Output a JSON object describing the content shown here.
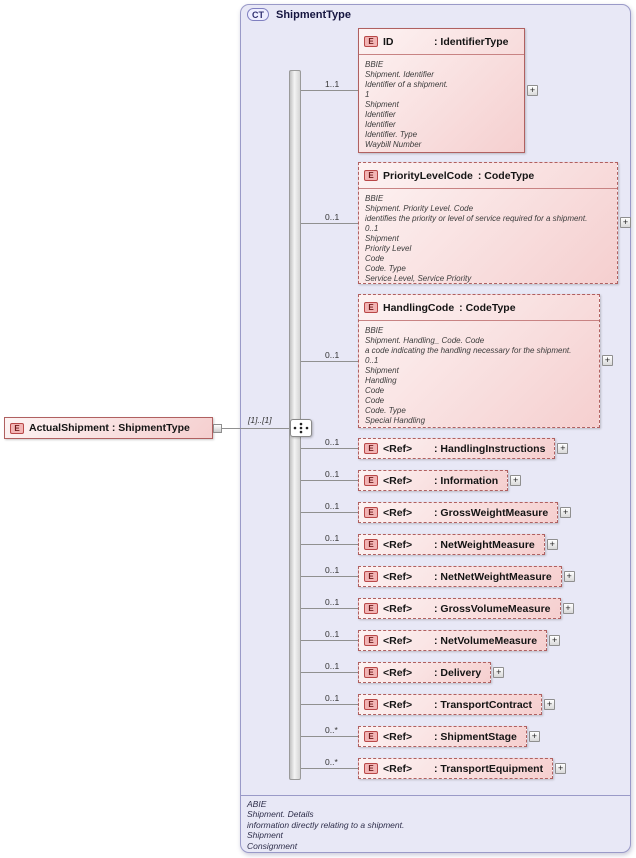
{
  "colors": {
    "container-fill": "#e8e8f6",
    "container-border": "#9a9ac8",
    "element-border": "#b06060",
    "element-fill-light": "#fdf3f3",
    "element-fill-dark": "#f5cfcf",
    "badge-fill": "#f2b4b4",
    "badge-border": "#b84848",
    "badge-text": "#6e1a1a",
    "ct-badge-border": "#8080c0",
    "line": "#909090"
  },
  "ui": {
    "expand_glyph": "+"
  },
  "root_element": {
    "badge": "E",
    "label": "ActualShipment : ShipmentType",
    "connector_cardinality": "[1]..[1]"
  },
  "complex_type": {
    "badge": "CT",
    "title": "ShipmentType",
    "footer": {
      "lines": [
        "ABIE",
        "Shipment. Details",
        "information directly relating to a shipment.",
        "Shipment",
        "Consignment"
      ]
    }
  },
  "elements": [
    {
      "badge": "E",
      "name": "ID",
      "type": ": IdentifierType",
      "cardinality": "1..1",
      "annotation": [
        "BBIE",
        "Shipment. Identifier",
        "Identifier of a shipment.",
        "1",
        "Shipment",
        "Identifier",
        "Identifier",
        "Identifier. Type",
        "Waybill Number"
      ]
    },
    {
      "badge": "E",
      "name": "PriorityLevelCode",
      "type": ": CodeType",
      "cardinality": "0..1",
      "annotation": [
        "BBIE",
        "Shipment. Priority Level. Code",
        "identifies the priority or level of service required for a shipment.",
        "0..1",
        "Shipment",
        "Priority Level",
        "Code",
        "Code. Type",
        "Service Level, Service Priority"
      ]
    },
    {
      "badge": "E",
      "name": "HandlingCode",
      "type": ": CodeType",
      "cardinality": "0..1",
      "annotation": [
        "BBIE",
        "Shipment. Handling_ Code. Code",
        "a code indicating the handling necessary for the shipment.",
        "0..1",
        "Shipment",
        "Handling",
        "Code",
        "Code",
        "Code. Type",
        "Special Handling"
      ]
    },
    {
      "badge": "E",
      "name": "<Ref>",
      "type": ": HandlingInstructions",
      "cardinality": "0..1"
    },
    {
      "badge": "E",
      "name": "<Ref>",
      "type": ": Information",
      "cardinality": "0..1"
    },
    {
      "badge": "E",
      "name": "<Ref>",
      "type": ": GrossWeightMeasure",
      "cardinality": "0..1"
    },
    {
      "badge": "E",
      "name": "<Ref>",
      "type": ": NetWeightMeasure",
      "cardinality": "0..1"
    },
    {
      "badge": "E",
      "name": "<Ref>",
      "type": ": NetNetWeightMeasure",
      "cardinality": "0..1"
    },
    {
      "badge": "E",
      "name": "<Ref>",
      "type": ": GrossVolumeMeasure",
      "cardinality": "0..1"
    },
    {
      "badge": "E",
      "name": "<Ref>",
      "type": ": NetVolumeMeasure",
      "cardinality": "0..1"
    },
    {
      "badge": "E",
      "name": "<Ref>",
      "type": ": Delivery",
      "cardinality": "0..1"
    },
    {
      "badge": "E",
      "name": "<Ref>",
      "type": ": TransportContract",
      "cardinality": "0..1"
    },
    {
      "badge": "E",
      "name": "<Ref>",
      "type": ": ShipmentStage",
      "cardinality": "0..*"
    },
    {
      "badge": "E",
      "name": "<Ref>",
      "type": ": TransportEquipment",
      "cardinality": "0..*"
    }
  ]
}
